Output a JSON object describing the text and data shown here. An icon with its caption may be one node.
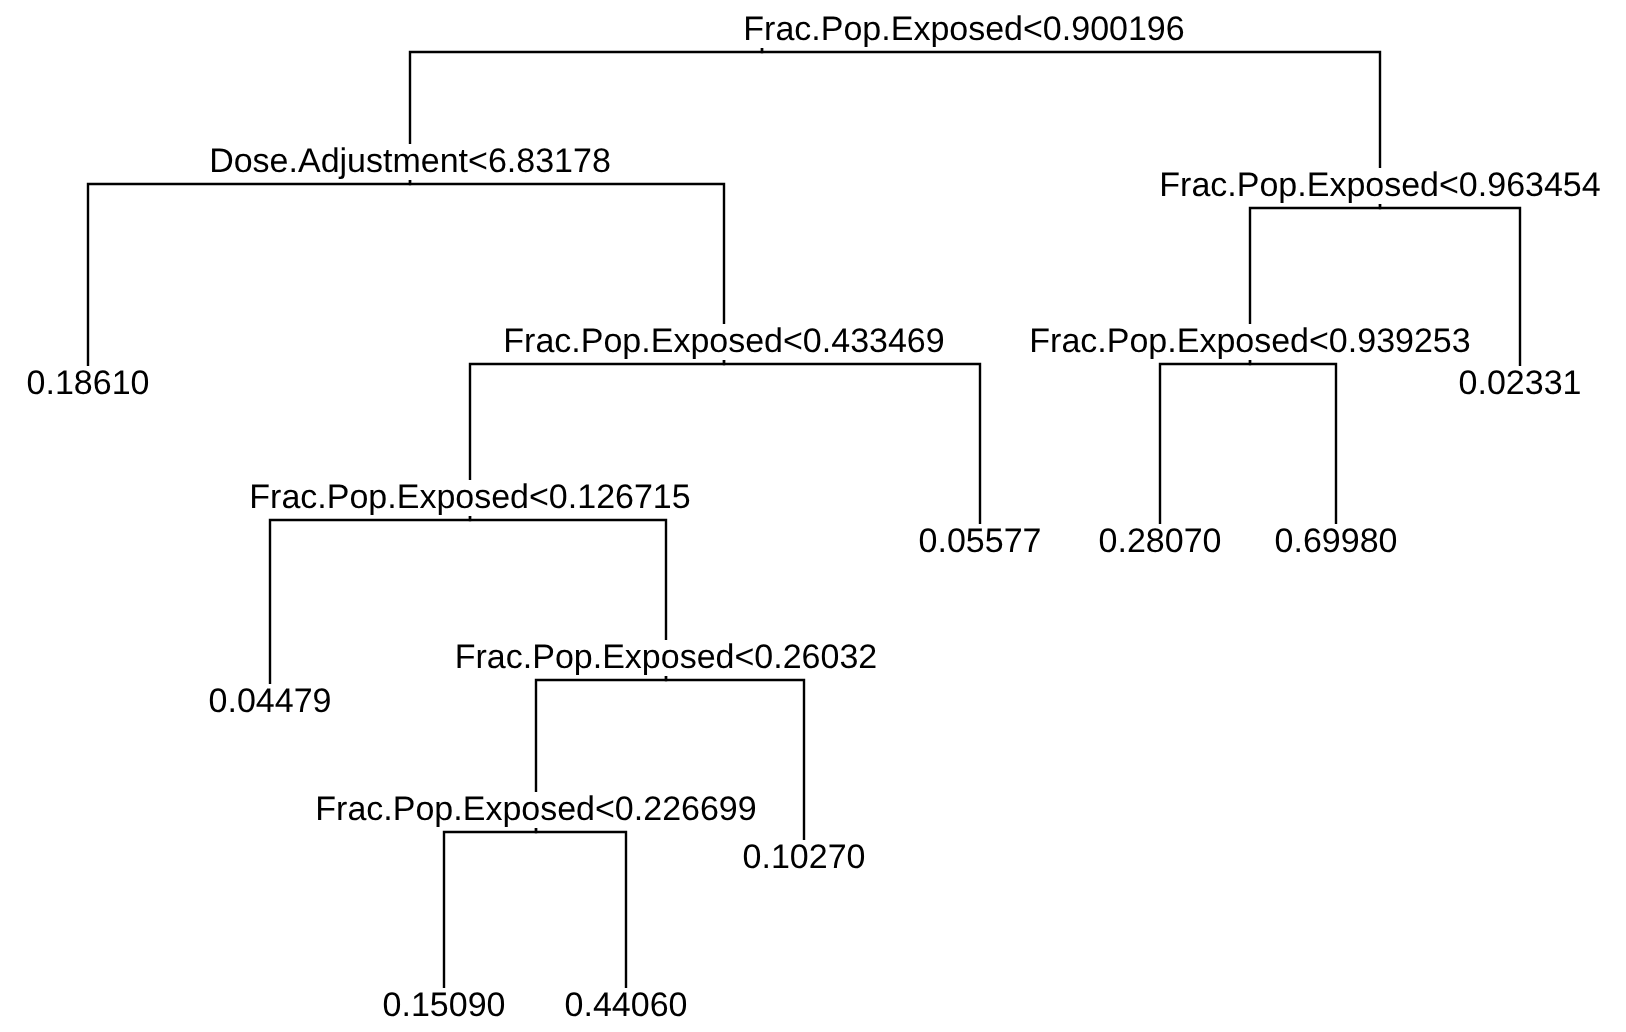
{
  "diagram": {
    "nodes": [
      {
        "text": [
          "Frac.Pop.Exposed<0.900196"
        ]
      },
      {
        "text": [
          "Dose.Adjustment<6.83178"
        ]
      },
      {
        "text": [
          "Frac.Pop.Exposed<0.963454"
        ]
      },
      {
        "text": [
          "0.18610"
        ]
      },
      {
        "text": [
          "Frac.Pop.Exposed<0.433469"
        ]
      },
      {
        "text": [
          "Frac.Pop.Exposed<0.939253"
        ]
      },
      {
        "text": [
          "0.02331"
        ]
      },
      {
        "text": [
          "Frac.Pop.Exposed<0.126715"
        ]
      },
      {
        "text": [
          "0.05577"
        ]
      },
      {
        "text": [
          "0.28070"
        ]
      },
      {
        "text": [
          "0.69980"
        ]
      },
      {
        "text": [
          "Frac.Pop.Exposed<0.26032"
        ]
      },
      {
        "text": [
          "0.04479"
        ]
      },
      {
        "text": [
          "Frac.Pop.Exposed<0.226699"
        ]
      },
      {
        "text": [
          "0.10270"
        ]
      },
      {
        "text": [
          "0.15090"
        ]
      },
      {
        "text": [
          "0.44060"
        ]
      }
    ],
    "edges": [
      {
        "from": 0,
        "to": 1,
        "arrow": "none"
      },
      {
        "from": 0,
        "to": 2,
        "arrow": "none"
      },
      {
        "from": 1,
        "to": 3,
        "arrow": "none"
      },
      {
        "from": 1,
        "to": 4,
        "arrow": "none"
      },
      {
        "from": 2,
        "to": 5,
        "arrow": "none"
      },
      {
        "from": 2,
        "to": 6,
        "arrow": "none"
      },
      {
        "from": 4,
        "to": 7,
        "arrow": "none"
      },
      {
        "from": 4,
        "to": 8,
        "arrow": "none"
      },
      {
        "from": 5,
        "to": 9,
        "arrow": "none"
      },
      {
        "from": 5,
        "to": 10,
        "arrow": "none"
      },
      {
        "from": 7,
        "to": 12,
        "arrow": "none"
      },
      {
        "from": 7,
        "to": 11,
        "arrow": "none"
      },
      {
        "from": 11,
        "to": 13,
        "arrow": "none"
      },
      {
        "from": 11,
        "to": 14,
        "arrow": "none"
      },
      {
        "from": 13,
        "to": 15,
        "arrow": "none"
      },
      {
        "from": 13,
        "to": 16,
        "arrow": "none"
      }
    ]
  }
}
